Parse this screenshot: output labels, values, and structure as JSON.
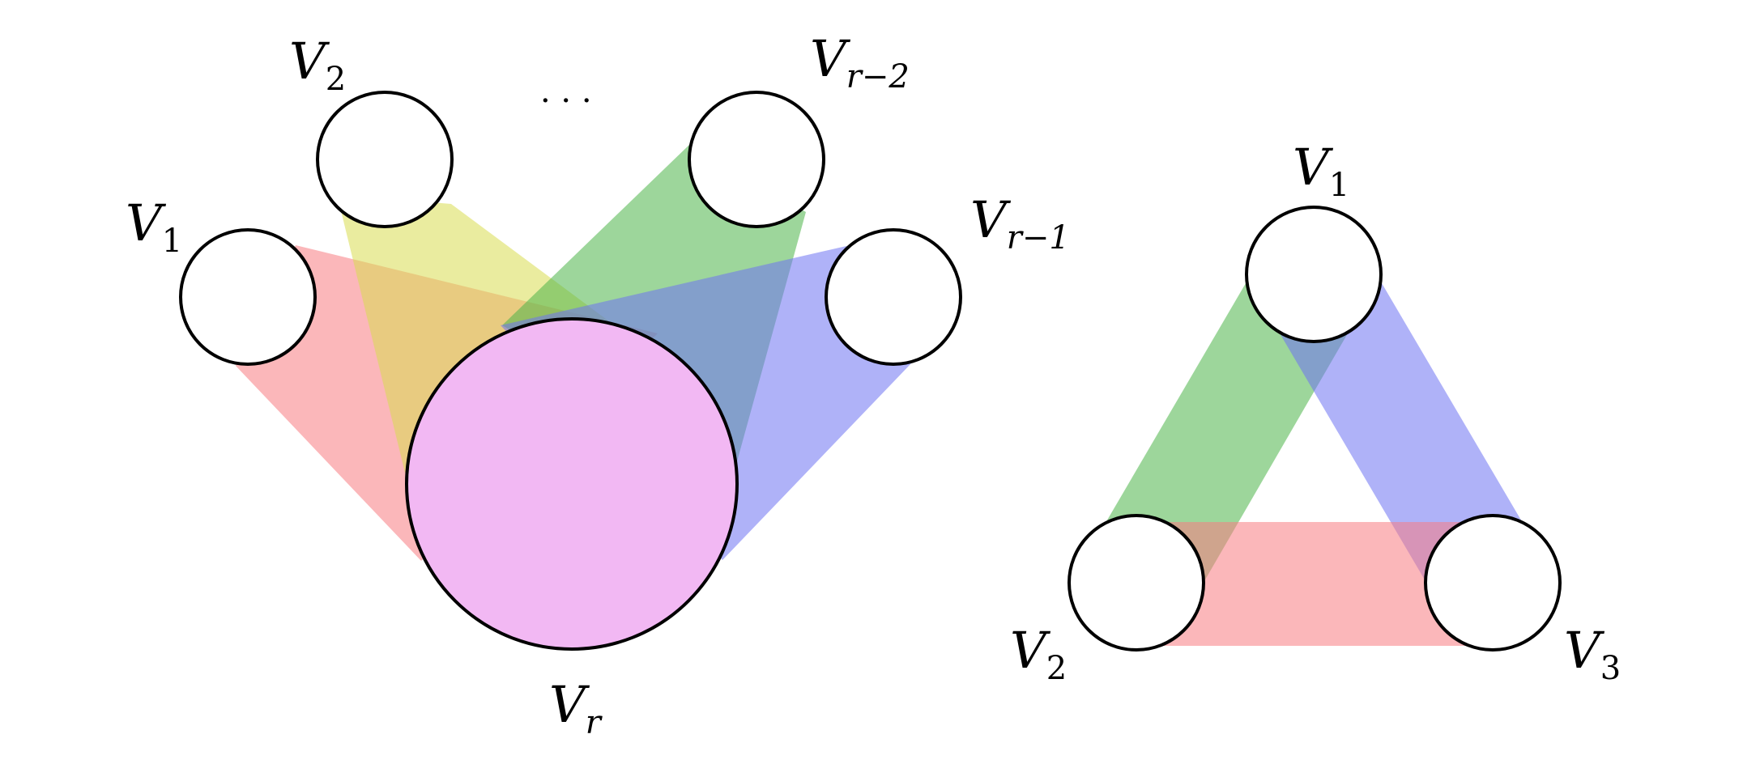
{
  "colors": {
    "red": "#f87c82",
    "yellow": "#d8dc50",
    "green": "#4db549",
    "blue": "#6e72f3",
    "pink": "#f2b8f3",
    "stroke": "#000000",
    "node_fill": "#ffffff"
  },
  "left_diagram": {
    "labels": {
      "v1": {
        "base": "V",
        "sub": "1"
      },
      "v2": {
        "base": "V",
        "sub": "2"
      },
      "dots": "· · ·",
      "vr2": {
        "base": "V",
        "sub": "r−2"
      },
      "vr1": {
        "base": "V",
        "sub": "r−1"
      },
      "vr": {
        "base": "V",
        "sub": "r"
      }
    }
  },
  "right_diagram": {
    "labels": {
      "v1": {
        "base": "V",
        "sub": "1"
      },
      "v2": {
        "base": "V",
        "sub": "2"
      },
      "v3": {
        "base": "V",
        "sub": "3"
      }
    }
  }
}
